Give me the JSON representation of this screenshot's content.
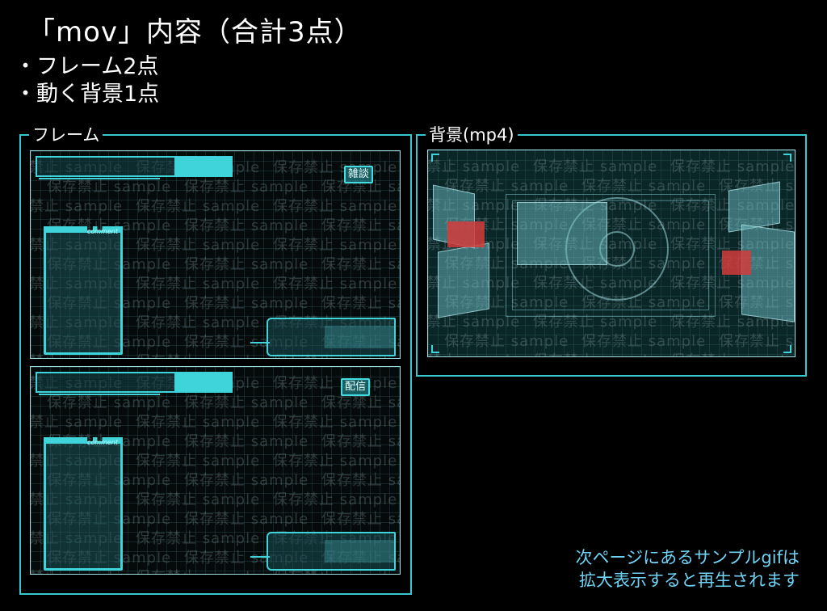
{
  "title": "「mov」内容（合計3点）",
  "items": [
    "・フレーム2点",
    "・動く背景1点"
  ],
  "frame_section": {
    "label": "フレーム",
    "panels": [
      {
        "badge": "雑談",
        "comment_label": "comment"
      },
      {
        "badge": "配信",
        "comment_label": "comment"
      }
    ]
  },
  "background_section": {
    "label": "背景(mp4)"
  },
  "watermark": "保存禁止 sample",
  "note": [
    "次ページにあるサンプルgifは",
    "拡大表示すると再生されます"
  ],
  "colors": {
    "background": "#000000",
    "accent": "#35c9cf",
    "note_text": "#6fd3f5",
    "red_panel": "#d23c3c"
  }
}
